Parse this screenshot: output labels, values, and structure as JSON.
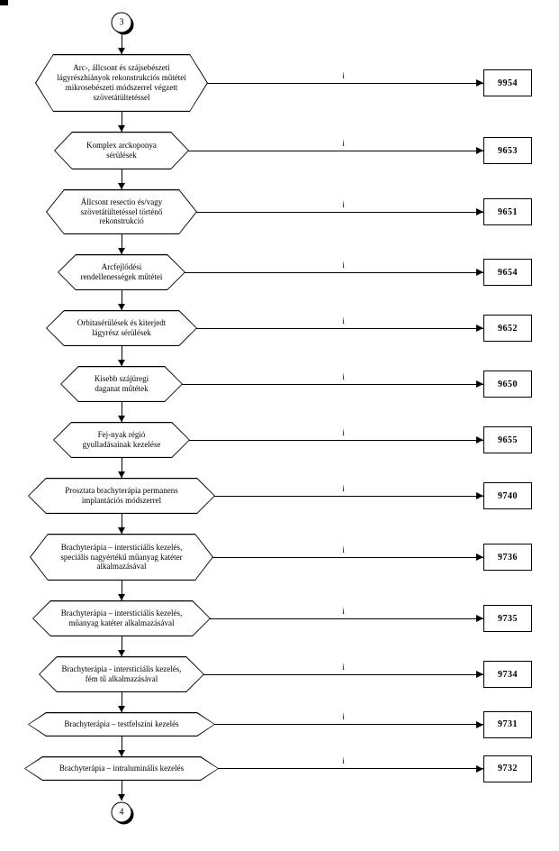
{
  "page": {
    "top_connector_label": "3",
    "bottom_connector_label": "4"
  },
  "rows": [
    {
      "label": "Arc-, állcsont és szájsebészeti lágyrészhiányok rekonstrukciós műtétei mikrosebészeti módszerrel végzett szövetátültetéssel",
      "code": "9954",
      "arrow_label": "i"
    },
    {
      "label": "Komplex arckoponya sérülések",
      "code": "9653",
      "arrow_label": "i"
    },
    {
      "label": "Állcsont resectio és/vagy szövetátültetéssel történő rekonstrukció",
      "code": "9651",
      "arrow_label": "i"
    },
    {
      "label": "Arcfejlődési rendellenességek műtétei",
      "code": "9654",
      "arrow_label": "i"
    },
    {
      "label": "Orbitasérülések és kiterjedt lágyrész sérülések",
      "code": "9652",
      "arrow_label": "i"
    },
    {
      "label": "Kisebb szájüregi daganat műtétek",
      "code": "9650",
      "arrow_label": "i"
    },
    {
      "label": "Fej-nyak régió gyulladásainak kezelése",
      "code": "9655",
      "arrow_label": "i"
    },
    {
      "label": "Prosztata brachyterápia permanens implantációs módszerrel",
      "code": "9740",
      "arrow_label": "i"
    },
    {
      "label": "Brachyterápia – intersticiális kezelés, speciális nagyértékű műanyag katéter alkalmazásával",
      "code": "9736",
      "arrow_label": "i"
    },
    {
      "label": "Brachyterápia – intersticiális kezelés, műanyag katéter alkalmazásával",
      "code": "9735",
      "arrow_label": "i"
    },
    {
      "label": "Brachyterápia - intersticiális kezelés, fém tű alkalmazásával",
      "code": "9734",
      "arrow_label": "i"
    },
    {
      "label": "Brachyterápia – testfelszíni kezelés",
      "code": "9731",
      "arrow_label": "i"
    },
    {
      "label": "Brachyterápia – intraluminális kezelés",
      "code": "9732",
      "arrow_label": "i"
    }
  ],
  "colors": {
    "line": "#000000",
    "background": "#ffffff"
  }
}
